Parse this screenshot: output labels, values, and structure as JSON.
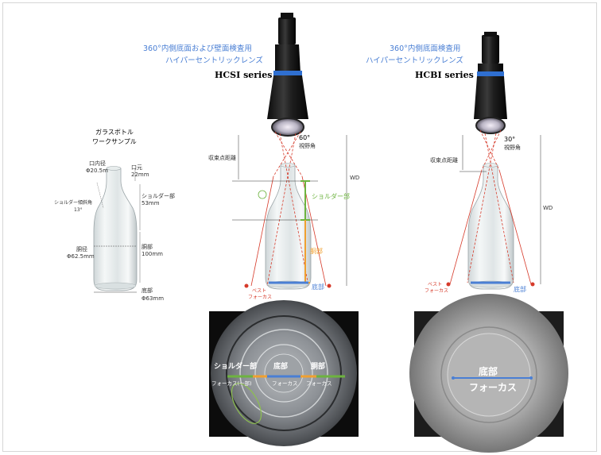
{
  "sample": {
    "title_line1": "ガラスボトル",
    "title_line2": "ワークサンプル",
    "mouth_label": "口内径",
    "mouth_value": "Φ20.5m",
    "mouth_height_label": "口元",
    "mouth_height_value": "22mm",
    "shoulder_angle_label": "ショルダー傾斜角",
    "shoulder_angle_value": "13°",
    "shoulder_label": "ショルダー部",
    "shoulder_value": "53mm",
    "body_dia_label": "胴径",
    "body_dia_value": "Φ62.5mm",
    "body_len_label": "胴部",
    "body_len_value": "100mm",
    "base_label": "底部",
    "base_value": "Φ63mm"
  },
  "hcsi": {
    "desc_line1": "360°内側底面および壁面検査用",
    "desc_line2": "ハイパーセントリックレンズ",
    "series": "HCSI series",
    "view_angle": "60°",
    "view_angle_label": "視野角",
    "convergence_label": "収束点距離",
    "wd_label": "WD",
    "shoulder_label": "ショルダー部",
    "body_label": "胴部",
    "bottom_label": "底部",
    "best_focus_line1": "ベスト",
    "best_focus_line2": "フォーカス",
    "image": {
      "shoulder_label": "ショルダー部",
      "shoulder_focus": "フォーカス(一部)",
      "bottom_label": "底部",
      "bottom_focus": "フォーカス",
      "body_label": "胴部",
      "body_focus": "フォーカス"
    }
  },
  "hcbi": {
    "desc_line1": "360°内側底面検査用",
    "desc_line2": "ハイパーセントリックレンズ",
    "series": "HCBI series",
    "view_angle": "30°",
    "view_angle_label": "視野角",
    "convergence_label": "収束点距離",
    "wd_label": "WD",
    "bottom_label": "底部",
    "best_focus_line1": "ベスト",
    "best_focus_line2": "フォーカス",
    "image": {
      "bottom_label": "底部",
      "bottom_focus": "フォーカス"
    }
  },
  "colors": {
    "blue": "#4a7fd4",
    "green": "#6db33f",
    "orange": "#f0a030",
    "red": "#d63a2a"
  }
}
